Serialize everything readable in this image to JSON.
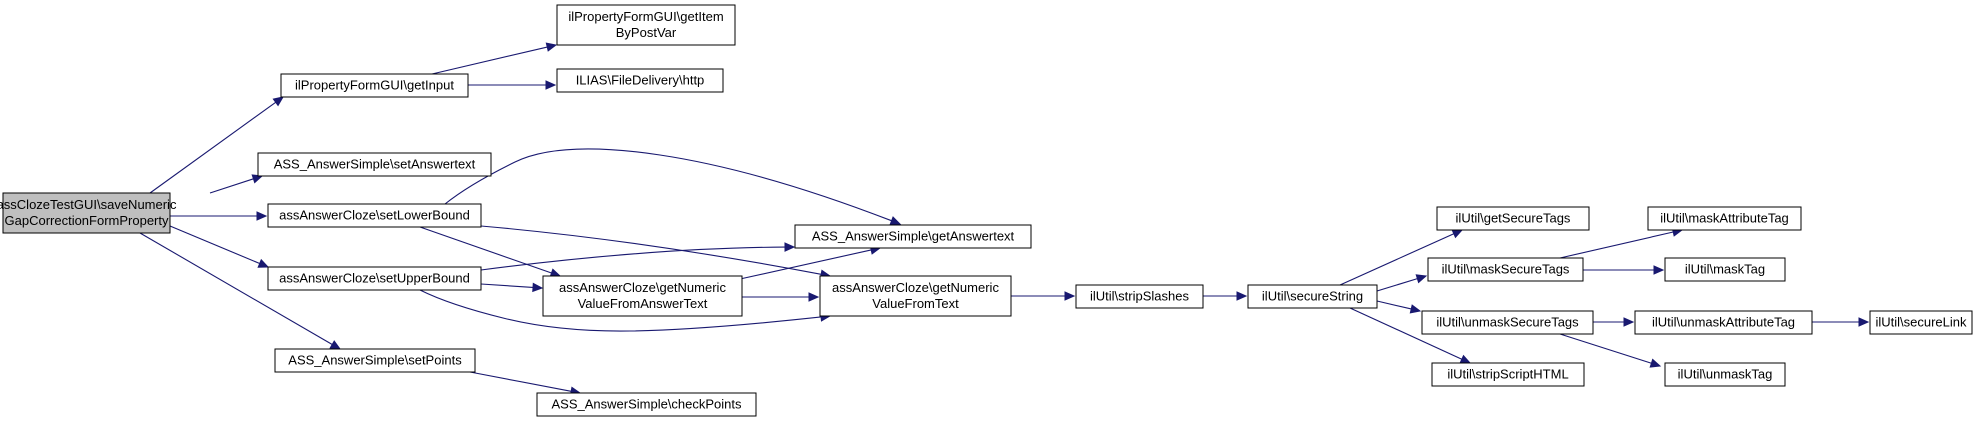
{
  "diagram": {
    "edge_color": "#191970",
    "root_fill": "#bfbfbf",
    "nodes": [
      {
        "id": "root",
        "lines": [
          "assClozeTestGUI\\saveNumeric",
          "GapCorrectionFormProperty"
        ],
        "root": true
      },
      {
        "id": "getInput",
        "lines": [
          "ilPropertyFormGUI\\getInput"
        ]
      },
      {
        "id": "getItemByPostVar",
        "lines": [
          "ilPropertyFormGUI\\getItem",
          "ByPostVar"
        ]
      },
      {
        "id": "http",
        "lines": [
          "ILIAS\\FileDelivery\\http"
        ]
      },
      {
        "id": "setAnswertext",
        "lines": [
          "ASS_AnswerSimple\\setAnswertext"
        ]
      },
      {
        "id": "setLowerBound",
        "lines": [
          "assAnswerCloze\\setLowerBound"
        ]
      },
      {
        "id": "setUpperBound",
        "lines": [
          "assAnswerCloze\\setUpperBound"
        ]
      },
      {
        "id": "setPoints",
        "lines": [
          "ASS_AnswerSimple\\setPoints"
        ]
      },
      {
        "id": "checkPoints",
        "lines": [
          "ASS_AnswerSimple\\checkPoints"
        ]
      },
      {
        "id": "getAnswertext",
        "lines": [
          "ASS_AnswerSimple\\getAnswertext"
        ]
      },
      {
        "id": "getNumericValueFromAnswerText",
        "lines": [
          "assAnswerCloze\\getNumeric",
          "ValueFromAnswerText"
        ]
      },
      {
        "id": "getNumericValueFromText",
        "lines": [
          "assAnswerCloze\\getNumeric",
          "ValueFromText"
        ]
      },
      {
        "id": "stripSlashes",
        "lines": [
          "ilUtil\\stripSlashes"
        ]
      },
      {
        "id": "secureString",
        "lines": [
          "ilUtil\\secureString"
        ]
      },
      {
        "id": "getSecureTags",
        "lines": [
          "ilUtil\\getSecureTags"
        ]
      },
      {
        "id": "maskSecureTags",
        "lines": [
          "ilUtil\\maskSecureTags"
        ]
      },
      {
        "id": "unmaskSecureTags",
        "lines": [
          "ilUtil\\unmaskSecureTags"
        ]
      },
      {
        "id": "stripScriptHTML",
        "lines": [
          "ilUtil\\stripScriptHTML"
        ]
      },
      {
        "id": "maskAttributeTag",
        "lines": [
          "ilUtil\\maskAttributeTag"
        ]
      },
      {
        "id": "maskTag",
        "lines": [
          "ilUtil\\maskTag"
        ]
      },
      {
        "id": "unmaskAttributeTag",
        "lines": [
          "ilUtil\\unmaskAttributeTag"
        ]
      },
      {
        "id": "unmaskTag",
        "lines": [
          "ilUtil\\unmaskTag"
        ]
      },
      {
        "id": "secureLink",
        "lines": [
          "ilUtil\\secureLink"
        ]
      }
    ],
    "edges": [
      {
        "from": "root",
        "to": "getInput"
      },
      {
        "from": "root",
        "to": "setAnswertext"
      },
      {
        "from": "root",
        "to": "setLowerBound"
      },
      {
        "from": "root",
        "to": "setUpperBound"
      },
      {
        "from": "root",
        "to": "setPoints"
      },
      {
        "from": "getInput",
        "to": "getItemByPostVar"
      },
      {
        "from": "getInput",
        "to": "http"
      },
      {
        "from": "setLowerBound",
        "to": "getAnswertext"
      },
      {
        "from": "setLowerBound",
        "to": "getNumericValueFromAnswerText"
      },
      {
        "from": "setLowerBound",
        "to": "getNumericValueFromText"
      },
      {
        "from": "setUpperBound",
        "to": "getAnswertext"
      },
      {
        "from": "setUpperBound",
        "to": "getNumericValueFromAnswerText"
      },
      {
        "from": "setUpperBound",
        "to": "getNumericValueFromText"
      },
      {
        "from": "getNumericValueFromAnswerText",
        "to": "getAnswertext"
      },
      {
        "from": "getNumericValueFromAnswerText",
        "to": "getNumericValueFromText"
      },
      {
        "from": "getNumericValueFromText",
        "to": "stripSlashes"
      },
      {
        "from": "stripSlashes",
        "to": "secureString"
      },
      {
        "from": "secureString",
        "to": "getSecureTags"
      },
      {
        "from": "secureString",
        "to": "maskSecureTags"
      },
      {
        "from": "secureString",
        "to": "unmaskSecureTags"
      },
      {
        "from": "secureString",
        "to": "stripScriptHTML"
      },
      {
        "from": "maskSecureTags",
        "to": "maskAttributeTag"
      },
      {
        "from": "maskSecureTags",
        "to": "maskTag"
      },
      {
        "from": "unmaskSecureTags",
        "to": "unmaskAttributeTag"
      },
      {
        "from": "unmaskSecureTags",
        "to": "unmaskTag"
      },
      {
        "from": "unmaskAttributeTag",
        "to": "secureLink"
      },
      {
        "from": "setPoints",
        "to": "checkPoints"
      }
    ]
  }
}
